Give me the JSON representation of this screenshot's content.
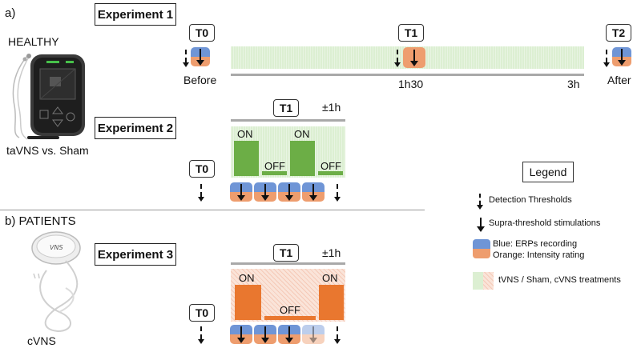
{
  "section_a": {
    "label": "a)",
    "group": "HEALTHY",
    "device_caption": "taVNS vs. Sham"
  },
  "experiment1": {
    "title": "Experiment 1",
    "t0": "T0",
    "t1": "T1",
    "t2": "T2",
    "before": "Before",
    "after": "After",
    "tick_mid": "1h30",
    "tick_end": "3h"
  },
  "experiment2": {
    "title": "Experiment 2",
    "t0": "T0",
    "t1": "T1",
    "tolerance": "±1h",
    "blocks": [
      "ON",
      "OFF",
      "ON",
      "OFF"
    ]
  },
  "section_b": {
    "label": "b) PATIENTS",
    "device_caption": "cVNS"
  },
  "experiment3": {
    "title": "Experiment 3",
    "t0": "T0",
    "t1": "T1",
    "tolerance": "±1h",
    "blocks": [
      "ON",
      "OFF",
      "ON"
    ]
  },
  "legend": {
    "title": "Legend",
    "detection": "Detection Thresholds",
    "supra": "Supra-threshold stimulations",
    "blue": "Blue: ERPs recording",
    "orange": "Orange: Intensity rating",
    "treatment": "tVNS / Sham, cVNS treatments"
  },
  "colors": {
    "blue": "#6f95d6",
    "orange": "#ee9d6e",
    "on_green": "#6cae46",
    "on_orange": "#e9772f",
    "treatment_green": "#dcefd2",
    "treatment_pink": "#fae4d9"
  },
  "icons": [
    "stimulator-device-icon",
    "implanted-device-icon"
  ]
}
